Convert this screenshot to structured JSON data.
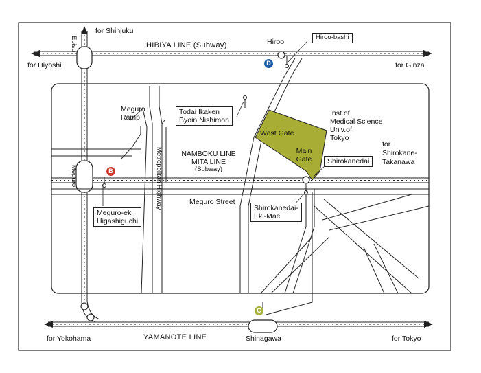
{
  "colors": {
    "campus": "#a8ad35",
    "subway_d": "#1f5fa8",
    "subway_b": "#d23a2e",
    "subway_c": "#a6b23a",
    "line": "#222222"
  },
  "lines": {
    "hibiya": "HIBIYA LINE (Subway)",
    "namboku": "NAMBOKU LINE",
    "mita": "MITA LINE",
    "subway": "(Subway)",
    "yamanote": "YAMANOTE LINE"
  },
  "stations": {
    "ebisu": "Ebisu",
    "meguro": "Meguro",
    "hiroo": "Hiroo",
    "shinagawa": "Shinagawa",
    "shirokanedai": "Shirokanedai"
  },
  "directions": {
    "shinjuku": "for Shinjuku",
    "hiyoshi": "for Hiyoshi",
    "ginza": "for Ginza",
    "yokohama": "for Yokohama",
    "tokyo": "for Tokyo",
    "shirokane": [
      "for",
      "Shirokane-",
      "Takanawa"
    ]
  },
  "bus_stops": {
    "hiroo_bashi": "Hiroo-bashi",
    "todai": [
      "Todai Ikaken",
      "Byoin Nishimon"
    ],
    "meguro_eki": [
      "Meguro-eki",
      "Higashiguchi"
    ],
    "shirokanedai_eki": [
      "Shirokanedai-",
      "Eki-Mae"
    ]
  },
  "roads": {
    "meguro_ramp": [
      "Meguro",
      "Ramp"
    ],
    "metropolitan": "Metropolitan Highway",
    "meguro_street": "Meguro Street"
  },
  "campus": {
    "name": [
      "Inst.of",
      "Medical Science",
      "Univ.of",
      "Tokyo"
    ],
    "west_gate": "West Gate",
    "main_gate": [
      "Main",
      "Gate"
    ]
  },
  "badges": {
    "d": "D",
    "b": "B",
    "c": "C"
  }
}
